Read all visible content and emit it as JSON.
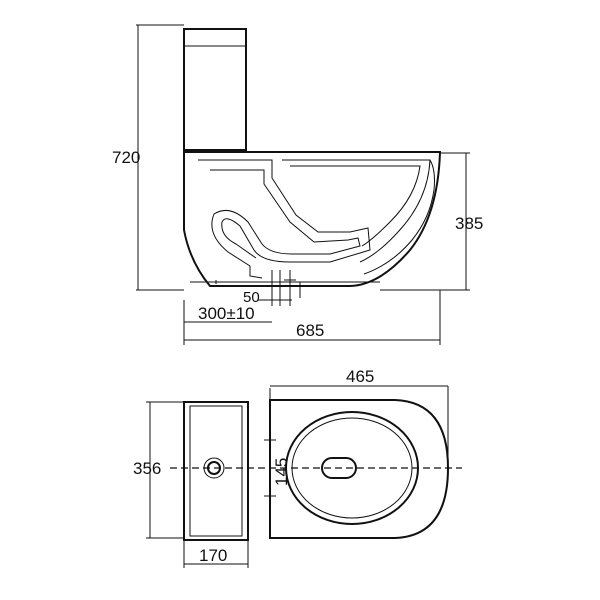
{
  "dimensions": {
    "total_height": "720",
    "bowl_height": "385",
    "rough_in": "300±10",
    "outlet_offset": "50",
    "total_length": "685",
    "bowl_length": "465",
    "width": "356",
    "drain_offset": "145",
    "tank_depth": "170"
  },
  "colors": {
    "line": "#111111",
    "background": "#ffffff"
  }
}
